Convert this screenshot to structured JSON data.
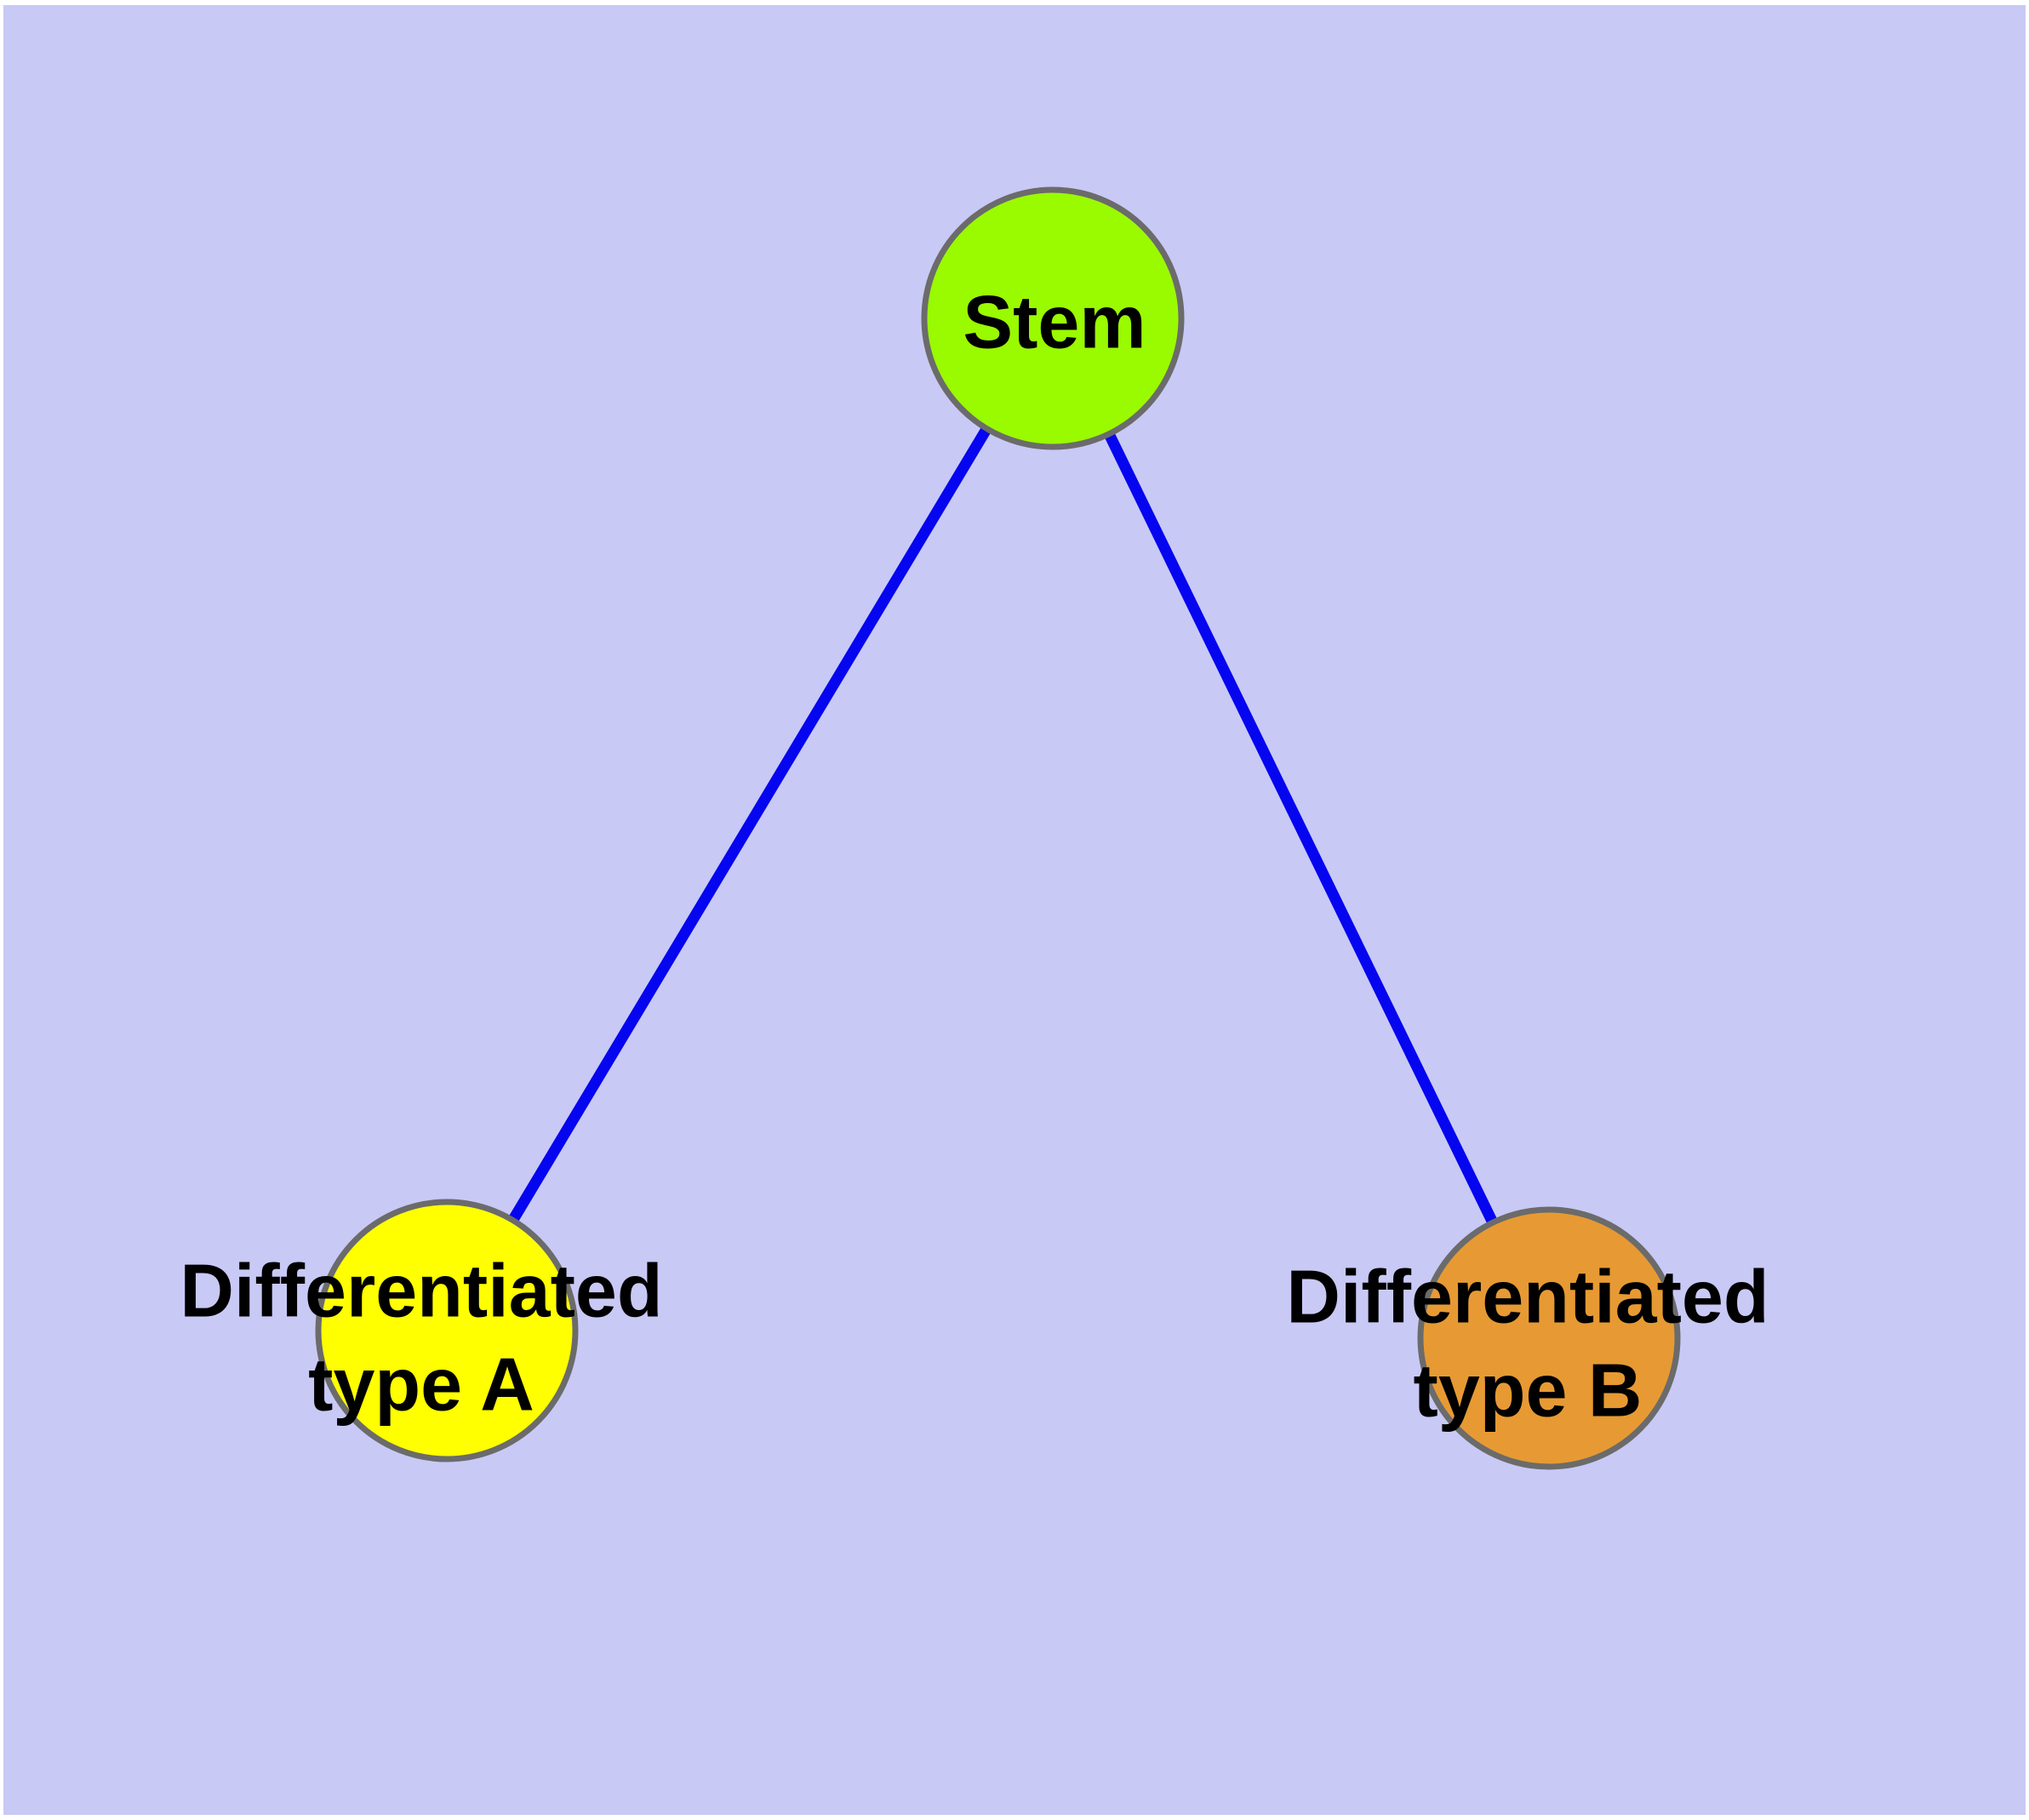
{
  "diagram": {
    "type": "graph",
    "description": "Stem cell differentiation diagram: one stem node with edges to two differentiated cell type nodes",
    "colors": {
      "page_margin": "#ffffff",
      "background": "#c9c9f6",
      "edge": "#0505f0",
      "node_border": "#6b6b6b",
      "label_text": "#000000"
    },
    "nodes": {
      "stem": {
        "label": "Stem",
        "fill": "#9afa00"
      },
      "type_a": {
        "line1": "Differentiated",
        "line2": "type A",
        "fill": "#ffff00"
      },
      "type_b": {
        "line1": "Differentiated",
        "line2": "type B",
        "fill": "#e79a33"
      }
    },
    "edges": [
      {
        "from": "Stem",
        "to": "Differentiated type A"
      },
      {
        "from": "Stem",
        "to": "Differentiated type B"
      }
    ]
  }
}
